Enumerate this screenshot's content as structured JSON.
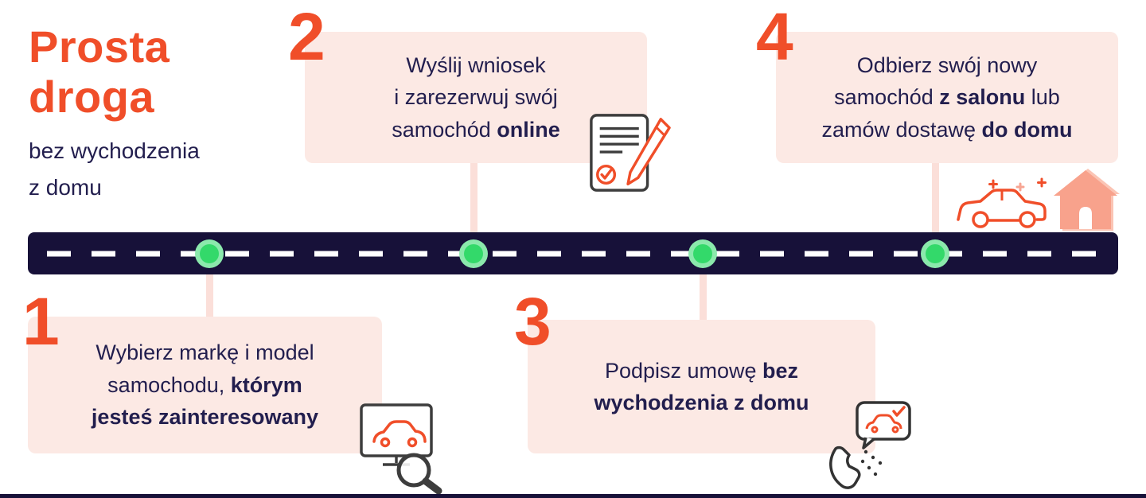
{
  "title": {
    "heading": [
      "Prosta",
      "droga"
    ],
    "subtitle": [
      "bez wychodzenia",
      "z domu"
    ]
  },
  "steps": [
    {
      "number": "1",
      "position": "below-road",
      "icon": "monitor-car-search-icon",
      "lines": [
        [
          {
            "text": "Wybierz markę i model",
            "bold": false
          }
        ],
        [
          {
            "text": "samochodu, ",
            "bold": false
          },
          {
            "text": "którym",
            "bold": true
          }
        ],
        [
          {
            "text": "jesteś zainteresowany",
            "bold": true
          }
        ]
      ]
    },
    {
      "number": "2",
      "position": "above-road",
      "icon": "contract-pen-icon",
      "lines": [
        [
          {
            "text": "Wyślij wniosek",
            "bold": false
          }
        ],
        [
          {
            "text": "i zarezerwuj swój",
            "bold": false
          }
        ],
        [
          {
            "text": "samochód ",
            "bold": false
          },
          {
            "text": "online",
            "bold": true
          }
        ]
      ]
    },
    {
      "number": "3",
      "position": "below-road",
      "icon": "phone-car-chat-icon",
      "lines": [
        [
          {
            "text": "Podpisz umowę ",
            "bold": false
          },
          {
            "text": "bez",
            "bold": true
          }
        ],
        [
          {
            "text": "wychodzenia z domu",
            "bold": true
          }
        ]
      ]
    },
    {
      "number": "4",
      "position": "above-road",
      "icon": "car-delivery-home-icon",
      "lines": [
        [
          {
            "text": "Odbierz swój nowy",
            "bold": false
          }
        ],
        [
          {
            "text": "samochód ",
            "bold": false
          },
          {
            "text": "z salonu",
            "bold": true
          },
          {
            "text": " lub",
            "bold": false
          }
        ],
        [
          {
            "text": "zamów dostawę ",
            "bold": false
          },
          {
            "text": "do domu",
            "bold": true
          }
        ]
      ]
    }
  ],
  "colors": {
    "accent": "#F04E29",
    "navy": "#221E4E",
    "road": "#171139",
    "card-pink": "#FCE9E4",
    "connector-pink": "#FBDFD9",
    "dot-green": "#33D96A",
    "dot-ring": "#8BE9AC",
    "house-salmon": "#F8A28C",
    "house-shadow": "#FBC4B4",
    "icon-ink": "#3D3D3D"
  }
}
